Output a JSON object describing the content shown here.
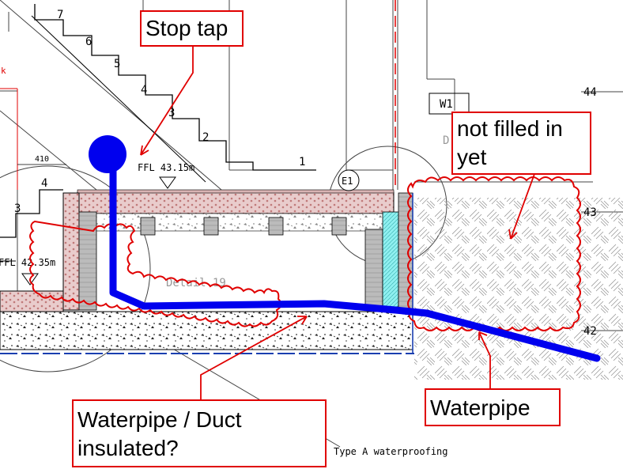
{
  "callouts": {
    "stop_tap": "Stop tap",
    "not_filled_line1": "not filled in",
    "not_filled_line2": "yet",
    "waterpipe": "Waterpipe",
    "duct_line1": "Waterpipe / Duct",
    "duct_line2": "insulated?"
  },
  "drawing": {
    "ffl_upper": "FFL 43.15m",
    "ffl_lower": "FFL 42.35m",
    "detail_label": "Detail 19",
    "waterproofing_note": "Type A waterproofing",
    "window_tag": "W1",
    "door_tag": "D",
    "section_tag": "E1",
    "dimension_410": "410",
    "stair_numbers": [
      "7",
      "6",
      "5",
      "4",
      "3",
      "2",
      "1"
    ],
    "lower_stair_numbers": [
      "4",
      "3"
    ],
    "level_44": "44",
    "level_43": "43",
    "level_42": "42",
    "edge_letter": "k"
  },
  "colors": {
    "annotation_red": "#e00000",
    "pipe_blue": "#0000ee",
    "drawing_black": "#000000",
    "brick_pink": "#c98f8f",
    "insulation_cyan": "#7fe6e6"
  }
}
